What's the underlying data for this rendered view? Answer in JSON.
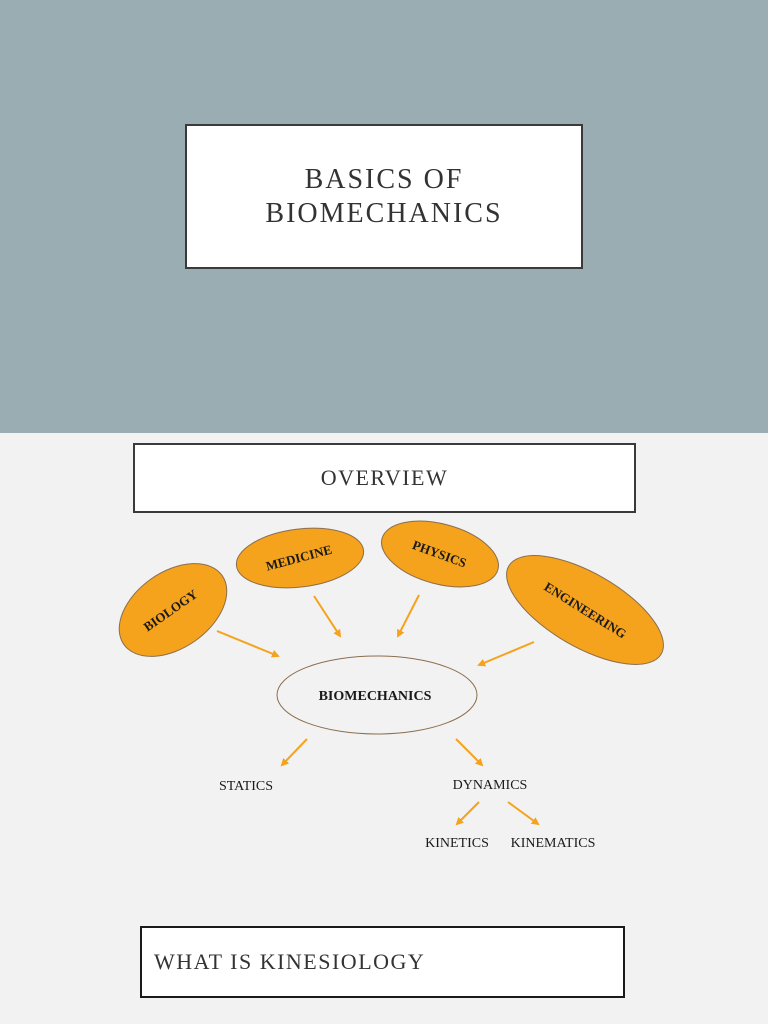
{
  "slide1": {
    "title": "BASICS OF\nBIOMECHANICS"
  },
  "slide2": {
    "heading": "OVERVIEW",
    "diagram": {
      "disciplines": [
        "BIOLOGY",
        "MEDICINE",
        "PHYSICS",
        "ENGINEERING"
      ],
      "center": "BIOMECHANICS",
      "branches": [
        "STATICS",
        "DYNAMICS"
      ],
      "sub_branches": [
        "KINETICS",
        "KINEMATICS"
      ]
    },
    "colors": {
      "oval_fill": "#f5a21c",
      "arrow": "#f5a21c",
      "center_stroke": "#8b6e4e"
    }
  },
  "slide3": {
    "heading": "WHAT IS KINESIOLOGY"
  }
}
